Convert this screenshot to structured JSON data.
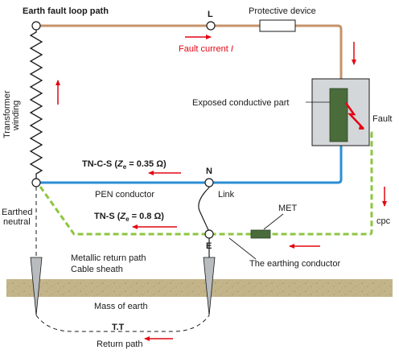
{
  "labels": {
    "earth_fault_loop_path": "Earth fault loop path",
    "l": "L",
    "protective_device": "Protective device",
    "fault_current": "Fault current",
    "fault_current_var": "I",
    "exposed_conductive_part": "Exposed conductive part",
    "fault": "Fault",
    "transformer_winding_1": "Transformer",
    "transformer_winding_2": "winding",
    "tncs_prefix": "TN-C-S (",
    "tncs_z": "Z",
    "tncs_sub": "e",
    "tncs_value": " = 0.35 Ω)",
    "n": "N",
    "pen_conductor": "PEN conductor",
    "link": "Link",
    "earthed_neutral_1": "Earthed",
    "earthed_neutral_2": "neutral",
    "tns_prefix": "TN-S (",
    "tns_z": "Z",
    "tns_sub": "e",
    "tns_value": " = 0.8 Ω)",
    "met": "MET",
    "cpc": "cpc",
    "e": "E",
    "metallic_return_path": "Metallic return path",
    "cable_sheath": "Cable sheath",
    "earthing_conductor": "The earthing conductor",
    "mass_of_earth": "Mass of earth",
    "tt": "T.T",
    "return_path": "Return path"
  },
  "colors": {
    "phase_conductor": "#c6936b",
    "neutral_conductor": "#2b8fd4",
    "cpc_conductor": "#8cc63f",
    "arrow_red": "#e30613",
    "earth_ground": "#c4b48a",
    "device_box": "#d4d7d9",
    "device_core": "#4a6b3a"
  }
}
